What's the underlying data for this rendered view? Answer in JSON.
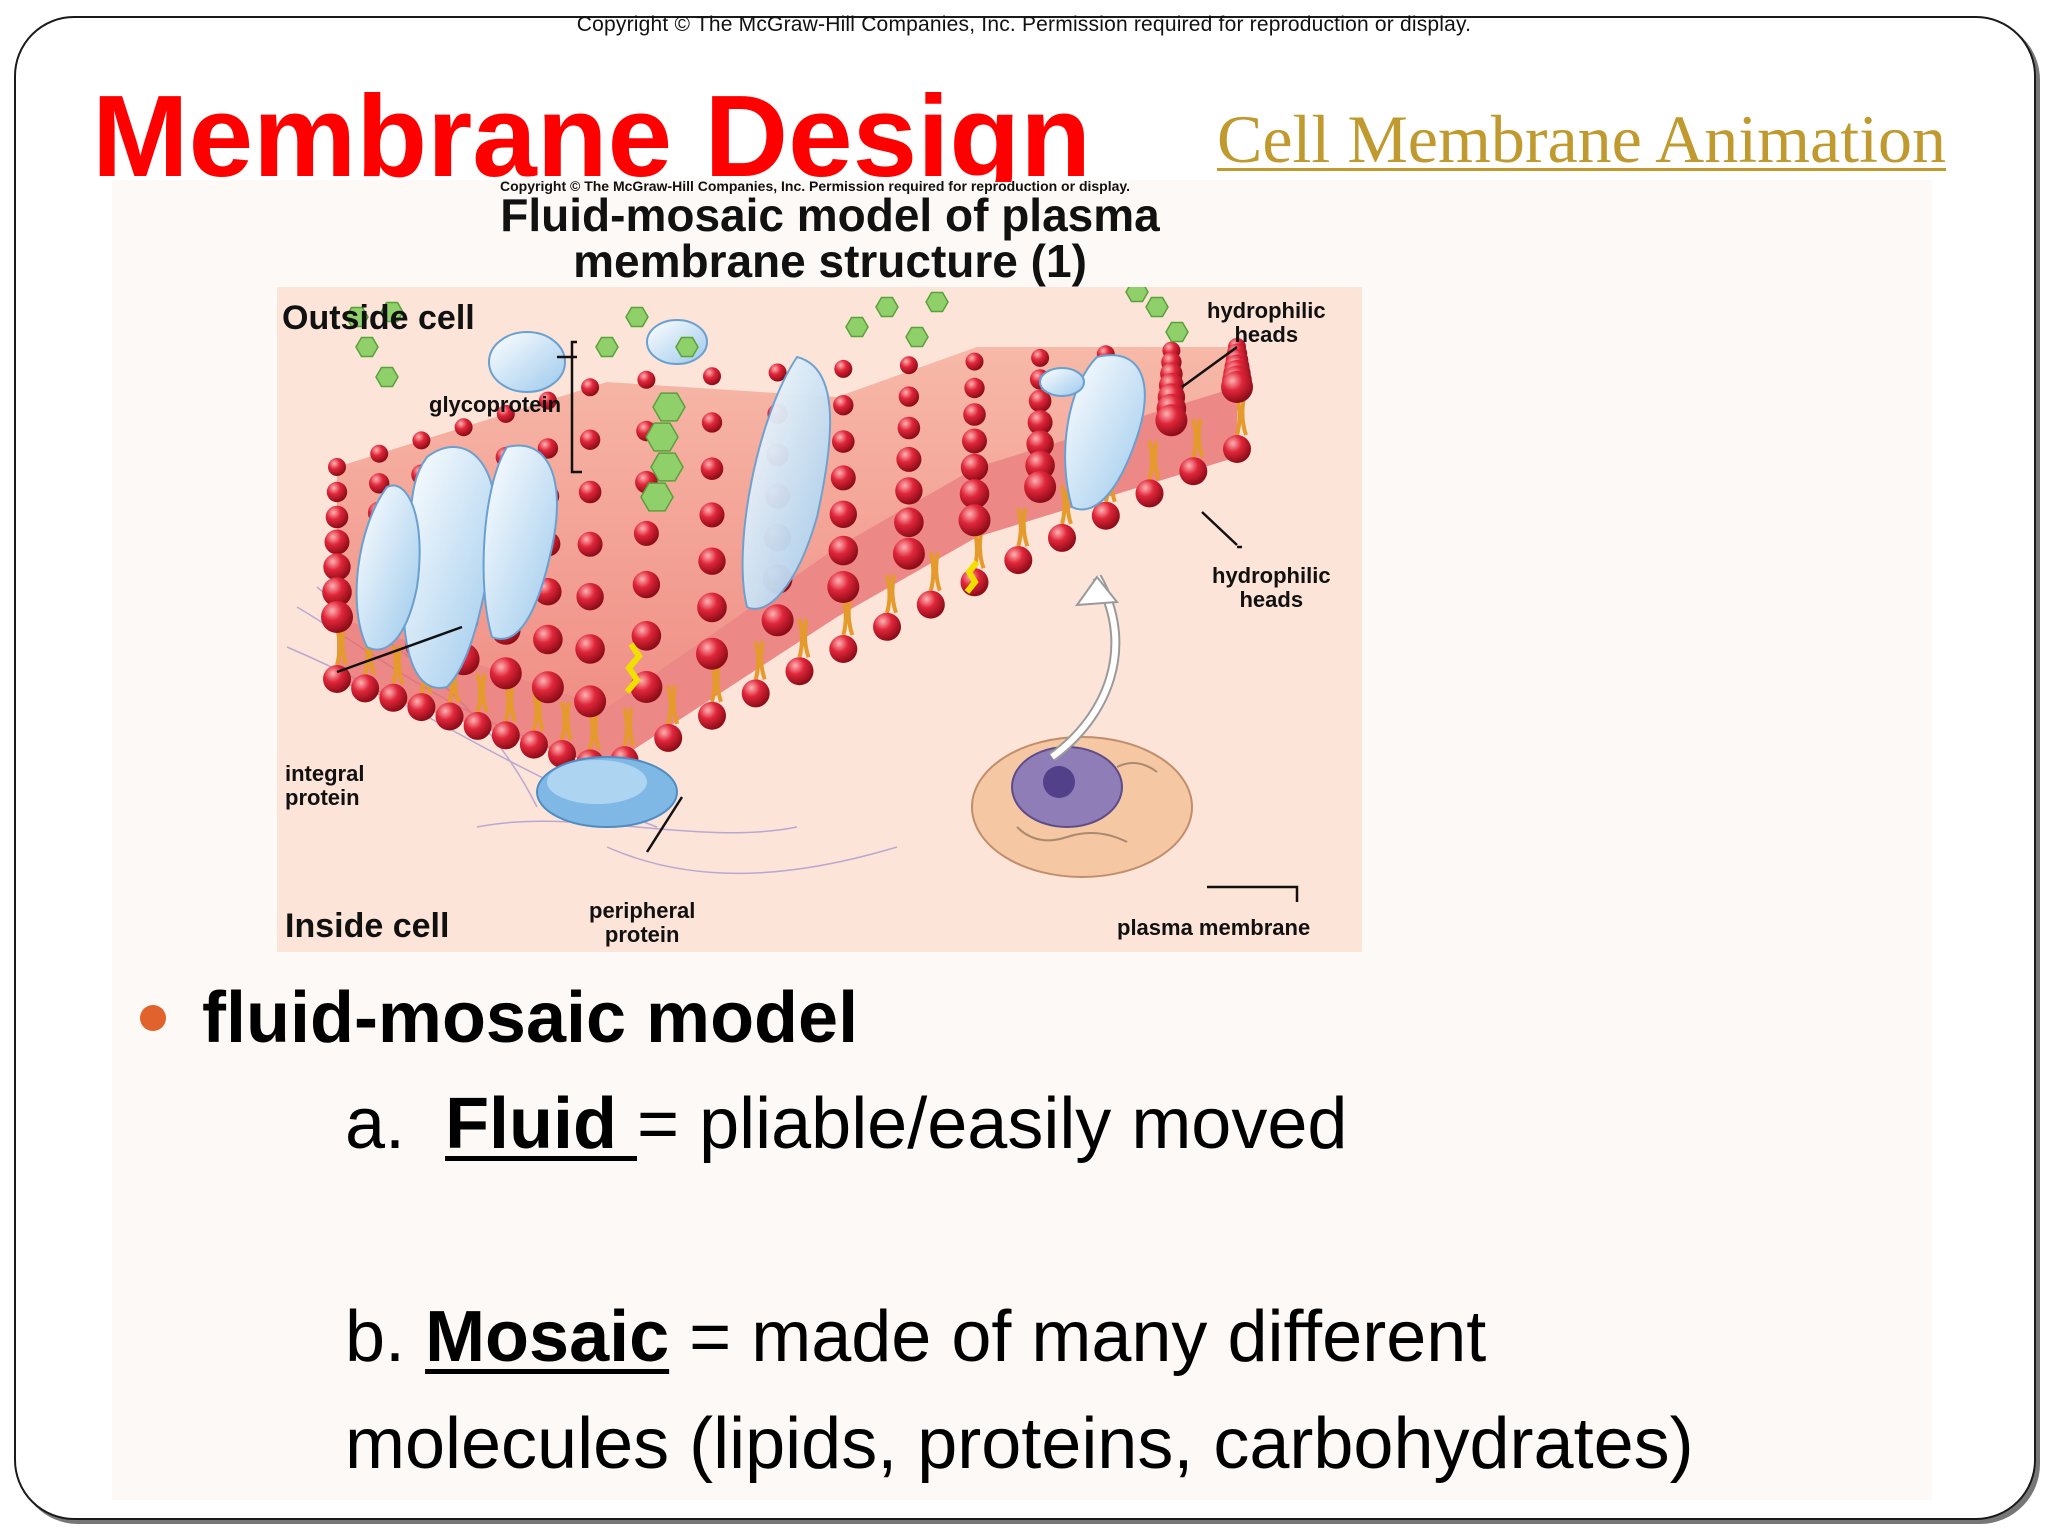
{
  "top_copyright": "Copyright © The McGraw-Hill Companies, Inc. Permission required for reproduction or display.",
  "title": "Membrane Design",
  "animation_link": "Cell Membrane Animation",
  "figure": {
    "copyright": "Copyright © The McGraw-Hill Companies, Inc. Permission required for reproduction or display.",
    "title_line1": "Fluid-mosaic model of plasma",
    "title_line2": "membrane structure (1)",
    "labels": {
      "outside_cell": "Outside cell",
      "inside_cell": "Inside cell",
      "glycoprotein": "glycoprotein",
      "hydrophilic_heads_top_1": "hydrophilic",
      "hydrophilic_heads_top_2": "heads",
      "hydrophilic_heads_mid_1": "hydrophilic",
      "hydrophilic_heads_mid_2": "heads",
      "integral_protein_1": "integral",
      "integral_protein_2": "protein",
      "peripheral_protein_1": "peripheral",
      "peripheral_protein_2": "protein",
      "plasma_membrane": "plasma membrane"
    },
    "colors": {
      "panel_bg": "#fde4d8",
      "phospholipid_head": "#d81b2e",
      "lipid_tail": "#e59a2c",
      "protein": "#cfe6f7",
      "carbohydrate": "#8fd06a"
    }
  },
  "bullet": {
    "text": "fluid-mosaic model",
    "color": "#e2622e"
  },
  "items": {
    "a_prefix": "a.",
    "a_term": "Fluid ",
    "a_rest": "= pliable/easily moved",
    "b_prefix": "b.",
    "b_term": "Mosaic",
    "b_rest": " = made of many different",
    "b_line2": "molecules (lipids, proteins, carbohydrates)"
  }
}
